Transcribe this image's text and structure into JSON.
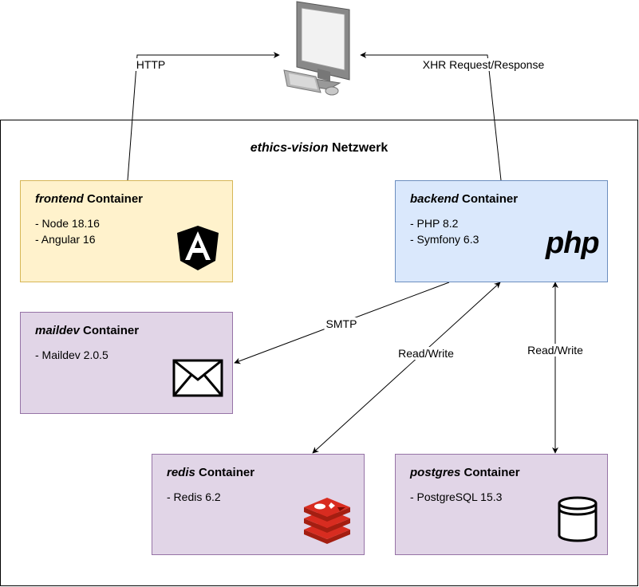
{
  "network": {
    "title_italic": "ethics-vision",
    "title_rest": " Netzwerk"
  },
  "containers": [
    {
      "id": "frontend",
      "name": "frontend",
      "suffix": " Container",
      "items": [
        "- Node 18.16",
        "- Angular 16"
      ],
      "icon": "angular-icon",
      "color": "#fff2cc"
    },
    {
      "id": "backend",
      "name": "backend",
      "suffix": " Container",
      "items": [
        "- PHP 8.2",
        "- Symfony 6.3"
      ],
      "icon": "php-icon",
      "logo_text": "php",
      "color": "#dae8fc"
    },
    {
      "id": "maildev",
      "name": "maildev",
      "suffix": " Container",
      "items": [
        "- Maildev 2.0.5"
      ],
      "icon": "envelope-icon",
      "color": "#e1d5e7"
    },
    {
      "id": "redis",
      "name": "redis",
      "suffix": " Container",
      "items": [
        "- Redis 6.2"
      ],
      "icon": "redis-icon",
      "color": "#e1d5e7"
    },
    {
      "id": "postgres",
      "name": "postgres",
      "suffix": " Container",
      "items": [
        "- PostgreSQL 15.3"
      ],
      "icon": "database-icon",
      "color": "#e1d5e7"
    }
  ],
  "edges": {
    "http": "HTTP",
    "xhr": "XHR Request/Response",
    "smtp": "SMTP",
    "redis_rw": "Read/Write",
    "postgres_rw": "Read/Write"
  },
  "computer": {
    "icon": "desktop-computer-icon"
  }
}
